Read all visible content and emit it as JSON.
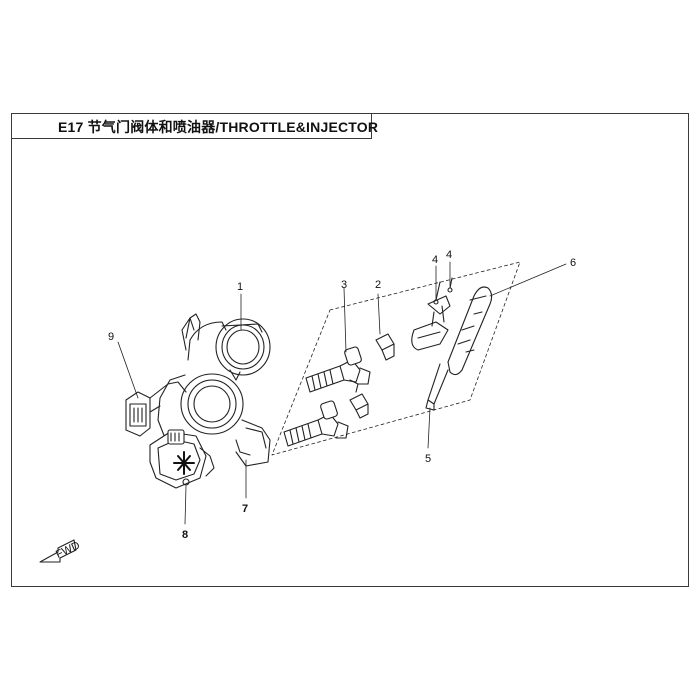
{
  "title": "E17 节气门阀体和喷油器/THROTTLE&INJECTOR",
  "callouts": {
    "c1": "1",
    "c2": "2",
    "c3": "3",
    "c4a": "4",
    "c4b": "4",
    "c5": "5",
    "c6": "6",
    "c7": "7",
    "c8": "8",
    "c9": "9"
  },
  "fwd_label": "FWD"
}
